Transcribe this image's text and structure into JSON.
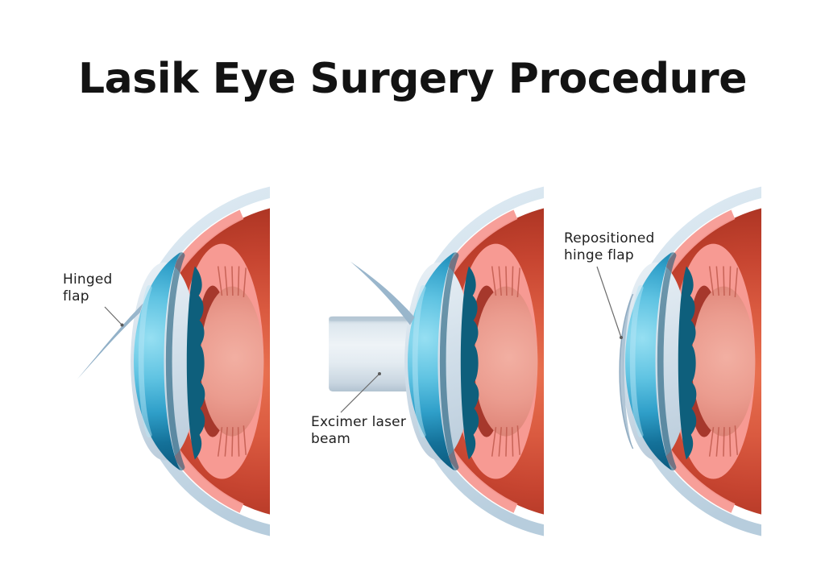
{
  "title": "Lasik Eye Surgery Procedure",
  "stages": [
    {
      "id": "hinged-flap",
      "label_lines": [
        "Hinged",
        "flap"
      ]
    },
    {
      "id": "excimer-laser-beam",
      "label_lines": [
        "Excimer laser",
        "beam"
      ]
    },
    {
      "id": "repositioned-hinge-flap",
      "label_lines": [
        "Repositioned",
        "hinge flap"
      ]
    }
  ],
  "palette": {
    "background": "#ffffff",
    "title_text": "#131313",
    "label_text": "#1f1f1f",
    "leader_line": "#6b6b6b",
    "sclera_light_blue": "#cfdfeb",
    "cornea_outer_pale": "#dbe7f1",
    "cornea_blue": "#2f9fc9",
    "cornea_deep_blue": "#0b5a7e",
    "iris_teal": "#0e5f7c",
    "vitreous_red": "#c64430",
    "vitreous_orange": "#e8704f",
    "ciliary_pink": "#f79a93",
    "lens_pink": "#eb9c8f",
    "pupil_shadow_red": "#9c2d21",
    "flap_steel_blue": "#8fb2ca",
    "laser_beam_blue": "#dce6ee"
  }
}
